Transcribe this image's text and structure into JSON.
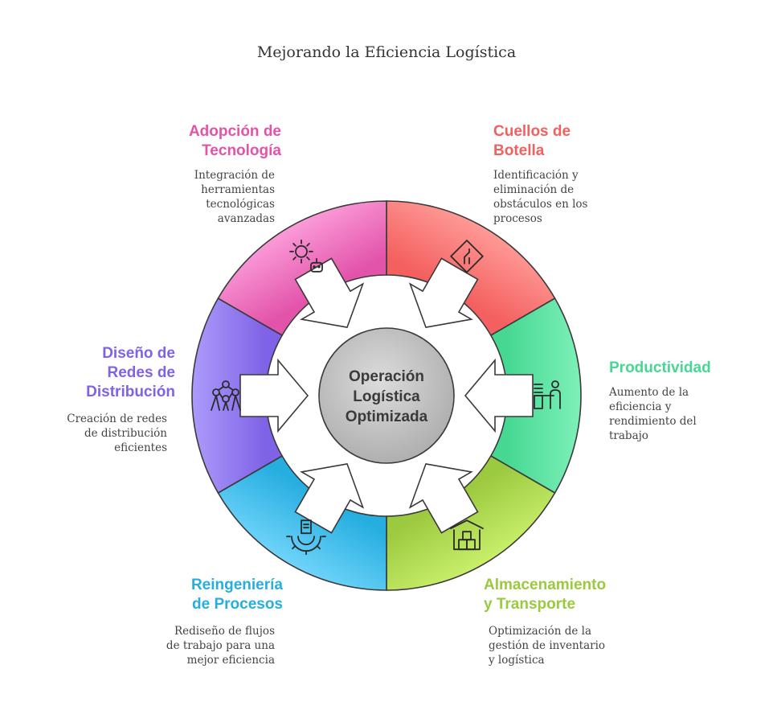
{
  "title": "Mejorando la Eficiencia Logística",
  "center": {
    "lines": [
      "Operación",
      "Logística",
      "Optimizada"
    ],
    "color": "#cfcfcf"
  },
  "segments": [
    {
      "id": "cuellos",
      "heading": [
        "Cuellos de",
        "Botella"
      ],
      "description": [
        "Identificación y",
        "eliminación de",
        "obstáculos en los",
        "procesos"
      ],
      "color": "#f3605f",
      "color_light": "#ff9a96",
      "icon": "road-sign-icon"
    },
    {
      "id": "productividad",
      "heading": [
        "Productividad"
      ],
      "description": [
        "Aumento de la",
        "eficiencia y",
        "rendimiento del",
        "trabajo"
      ],
      "color": "#46d893",
      "color_light": "#7ef0b8",
      "icon": "worker-desk-icon"
    },
    {
      "id": "almacenamiento",
      "heading": [
        "Almacenamiento",
        "y Transporte"
      ],
      "description": [
        "Optimización de la",
        "gestión de inventario",
        "y logística"
      ],
      "color": "#9bc940",
      "color_light": "#c9ef6b",
      "icon": "warehouse-boxes-icon"
    },
    {
      "id": "reingenieria",
      "heading": [
        "Reingeniería",
        "de Procesos"
      ],
      "description": [
        "Rediseño de flujos",
        "de trabajo para una",
        "mejor eficiencia"
      ],
      "color": "#27aee0",
      "color_light": "#6fd4fa",
      "icon": "gear-document-icon"
    },
    {
      "id": "diseno",
      "heading": [
        "Diseño de",
        "Redes de",
        "Distribución"
      ],
      "description": [
        "Creación de redes",
        "de distribución",
        "eficientes"
      ],
      "color": "#7f62e6",
      "color_light": "#ad9bfb",
      "icon": "network-nodes-icon"
    },
    {
      "id": "adopcion",
      "heading": [
        "Adopción de",
        "Tecnología"
      ],
      "description": [
        "Integración de",
        "herramientas",
        "tecnológicas",
        "avanzadas"
      ],
      "color": "#e253aa",
      "color_light": "#fb9cd8",
      "icon": "gear-robot-icon"
    }
  ]
}
